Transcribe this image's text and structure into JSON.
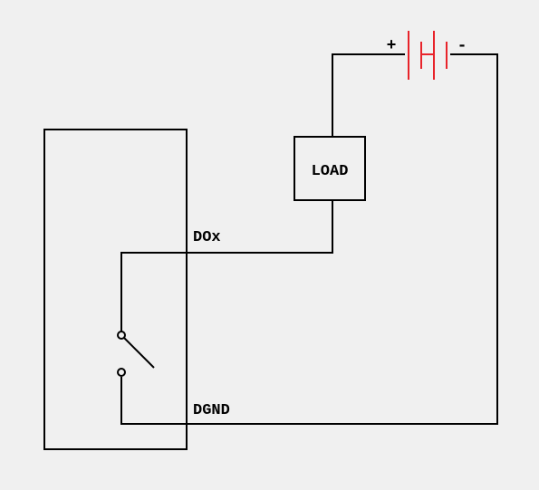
{
  "diagram": {
    "load_label": "LOAD",
    "output_pin_label": "DOx",
    "ground_pin_label": "DGND",
    "battery_positive": "+",
    "battery_negative": "-"
  },
  "colors": {
    "background": "#f0f0f0",
    "wire": "#000000",
    "battery": "#e8232a"
  }
}
